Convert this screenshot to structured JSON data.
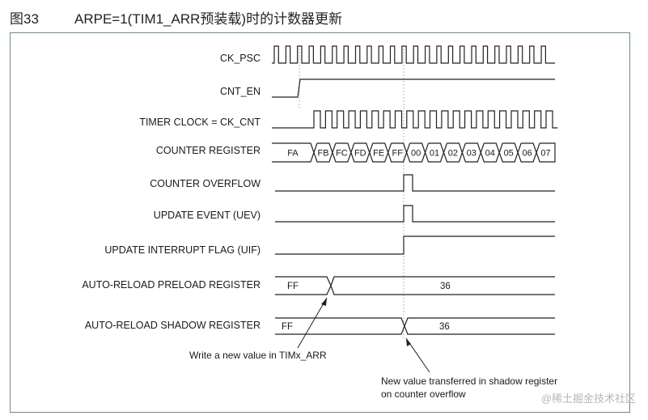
{
  "figure": {
    "number": "图33",
    "title": "ARPE=1(TIM1_ARR预装载)时的计数器更新"
  },
  "signals": [
    "CK_PSC",
    "CNT_EN",
    "TIMER CLOCK = CK_CNT",
    "COUNTER REGISTER",
    "COUNTER OVERFLOW",
    "UPDATE EVENT (UEV)",
    "UPDATE INTERRUPT FLAG (UIF)",
    "AUTO-RELOAD PRELOAD REGISTER",
    "AUTO-RELOAD SHADOW REGISTER"
  ],
  "counter_values": [
    "FA",
    "FB",
    "FC",
    "FD",
    "FE",
    "FF",
    "00",
    "01",
    "02",
    "03",
    "04",
    "05",
    "06",
    "07"
  ],
  "preload_values": {
    "before": "FF",
    "after": "36"
  },
  "shadow_values": {
    "before": "FF",
    "after": "36"
  },
  "annotations": {
    "write": "Write a new value in TIMx_ARR",
    "transfer_line1": "New value transferred in shadow register",
    "transfer_line2": "on counter overflow"
  },
  "watermark": "@稀土掘金技术社区"
}
